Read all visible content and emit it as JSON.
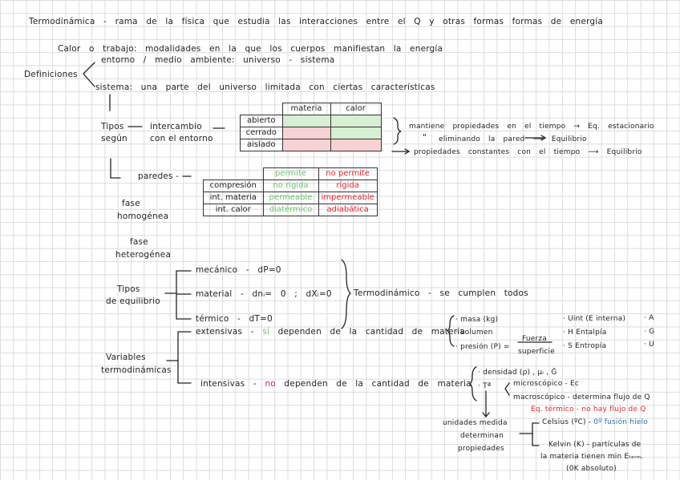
{
  "title_line": "Termodinámica - rama de la física que estudia las interacciones entre el Q y otras formas formas de energía",
  "definiciones": {
    "label": "Definiciones",
    "calor_trabajo": "Calor o trabajo: modalidades en la que los cuerpos manifiestan la energía",
    "entorno": "entorno / medio ambiente: universo - sistema",
    "sistema": "sistema: una parte del universo limitada con ciertas características"
  },
  "tipos_intercambio": {
    "label_1": "Tipos",
    "label_2": "según",
    "intercambio_1": "intercambio",
    "intercambio_2": "con el entorno",
    "table": {
      "headers": [
        "materia",
        "calor"
      ],
      "rows": [
        "abierto",
        "cerrado",
        "aislado"
      ]
    },
    "note_1": "mantiene propiedades en el tiempo → Eq. estacionario",
    "note_2_mark": "\"",
    "note_2": "eliminando la pared ⟶ Equilibrio",
    "note_3": "propiedades constantes con el tiempo ⟶ Equilibrio"
  },
  "paredes": {
    "label": "paredes -",
    "headers": [
      "permite",
      "no permite"
    ],
    "rows": [
      {
        "label": "compresión",
        "permite": "no rígida",
        "no_permite": "rígida"
      },
      {
        "label": "int. materia",
        "permite": "permeable",
        "no_permite": "impermeable"
      },
      {
        "label": "int. calor",
        "permite": "diatérmico",
        "no_permite": "adiabática"
      }
    ]
  },
  "fase_homogenea": {
    "line_1": "fase",
    "line_2": "homogénea"
  },
  "fase_heterogenea": {
    "line_1": "fase",
    "line_2": "heterogénea"
  },
  "equilibrio": {
    "label_1": "Tipos",
    "label_2": "de equilibrio",
    "mecanico": "mecánico - dP=0",
    "material": "material - dnᵢ= 0 ; dXᵢ=0",
    "termico": "térmico - dT=0",
    "termodinamico": "Termodinámico - se cumplen todos"
  },
  "variables": {
    "label_1": "Variables",
    "label_2": "termodinámicas",
    "extensivas_prefix": "extensivas -",
    "extensivas_si": "sí",
    "extensivas_suffix": "dependen de la cantidad de materia",
    "ext_list": [
      "· masa (kg)",
      "· volumen",
      "· presión (P) ="
    ],
    "fuerza": "Fuerza",
    "superficie": "superficie",
    "energias": [
      "· Uint (E interna)",
      "· H Entalpía",
      "· S Entropía"
    ],
    "funcs": [
      "· A",
      "· G",
      "· U"
    ],
    "intensivas_prefix": "intensivas -",
    "intensivas_no": "no",
    "intensivas_suffix": "dependen de la cantidad de materia",
    "int_list_1": "· densidad (ρ) , μᵢ , Ḡ",
    "int_list_2": "· Tª",
    "microscopico": "microscópico - Ec",
    "macroscopico": "macroscópico - determina flujo de Q",
    "eq_termico": "Eq. térmico - no hay flujo de Q",
    "unidades_1": "unidades medida",
    "unidades_2": "determinan",
    "unidades_3": "propiedades",
    "celsius_prefix": "Celsius (ºC) -",
    "celsius_blue": "0º fusión hielo",
    "kelvin_1": "Kelvin (K) - partículas de",
    "kelvin_2": "la materia tienen min Eₜₑᵣₘ.",
    "kelvin_3": "(0K absoluto)"
  },
  "colors": {
    "green": "#6bc26b",
    "red": "#e3262b",
    "blue": "#2f6fb8",
    "green_fill": "#d7efd2",
    "red_fill": "#f7d2d4"
  }
}
